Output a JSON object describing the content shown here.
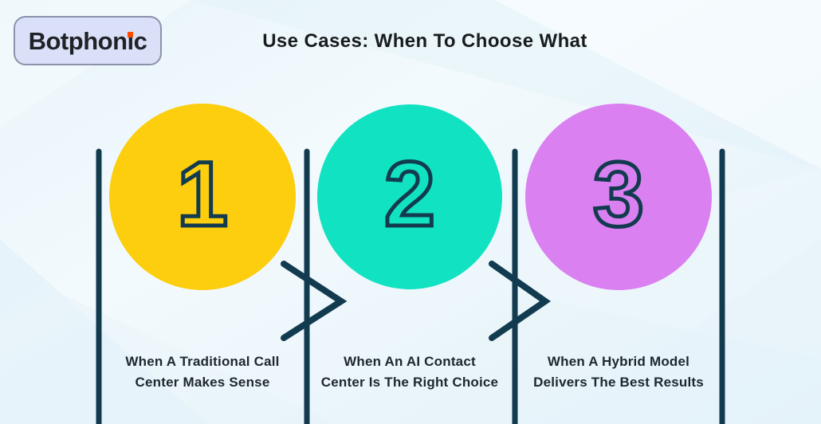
{
  "header": {
    "title": "Use Cases: When To Choose What"
  },
  "logo": {
    "text": "Botphonic",
    "wordmark_pre": "Botphon",
    "wordmark_i": "ı",
    "wordmark_post": "c",
    "dot_color": "#FF4B00",
    "box_fill": "#DAE0F8"
  },
  "colors": {
    "ink": "#123B4F",
    "title_text": "#191C1F",
    "label_text": "#1E272E",
    "background": "#ECF5FA"
  },
  "steps": [
    {
      "number": "1",
      "circle_color": "#FCCE0E",
      "label_line1": "When A Traditional Call",
      "label_line2": "Center Makes Sense"
    },
    {
      "number": "2",
      "circle_color": "#11E2C1",
      "label_line1": "When An AI Contact",
      "label_line2": "Center Is The Right Choice"
    },
    {
      "number": "3",
      "circle_color": "#DA80F0",
      "label_line1": "When A Hybrid Model",
      "label_line2": "Delivers The Best Results"
    }
  ]
}
